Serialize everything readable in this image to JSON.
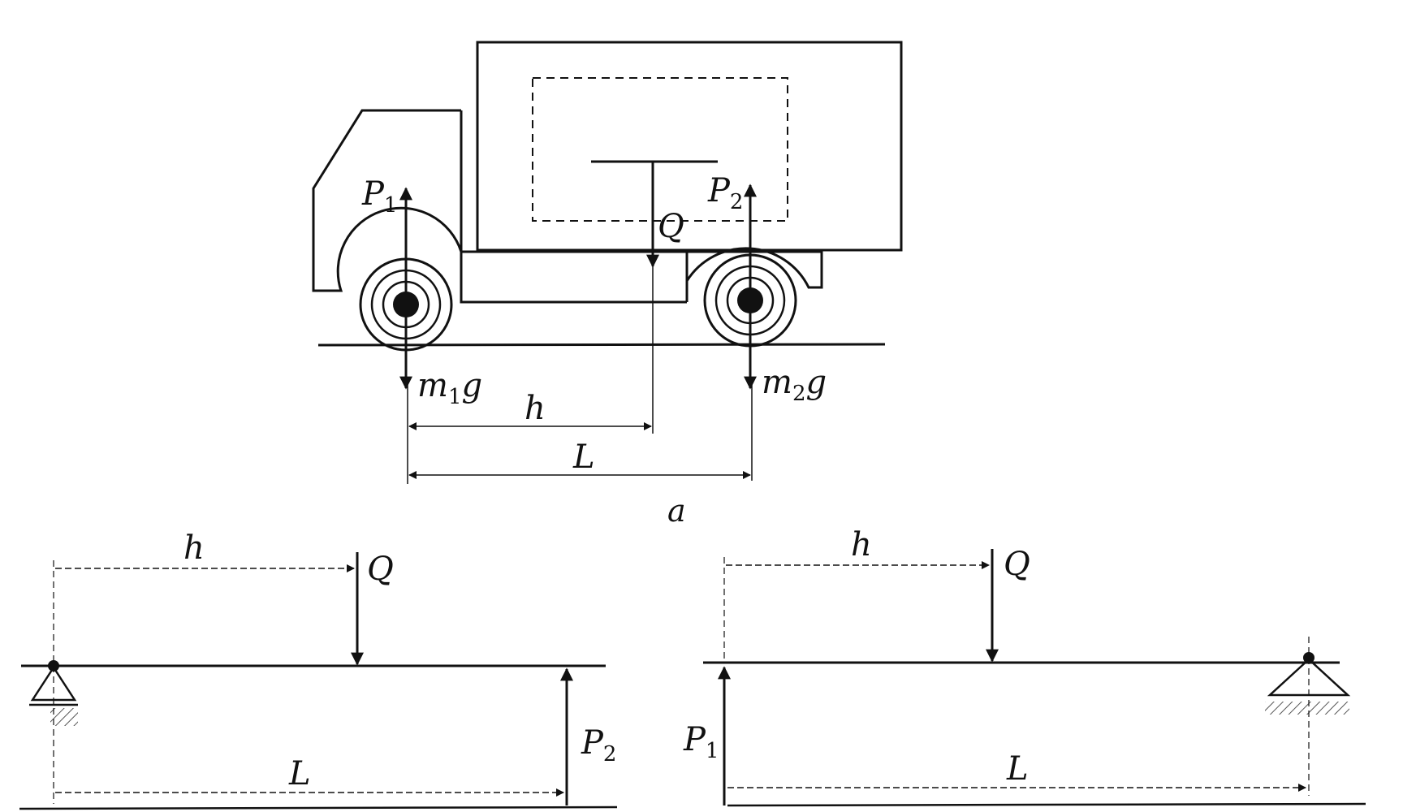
{
  "diagram": {
    "caption": "a",
    "truck": {
      "front_reaction": {
        "main": "P",
        "sub": "1"
      },
      "rear_reaction": {
        "main": "P",
        "sub": "2"
      },
      "load": "Q",
      "front_weight": {
        "main": "m",
        "sub": "1",
        "tail": "g"
      },
      "rear_weight": {
        "main": "m",
        "sub": "2",
        "tail": "g"
      },
      "dim_h": "h",
      "dim_L": "L"
    },
    "beam_left": {
      "dim_h": "h",
      "load": "Q",
      "reaction": {
        "main": "P",
        "sub": "2"
      },
      "dim_L": "L"
    },
    "beam_right": {
      "dim_h": "h",
      "load": "Q",
      "reaction": {
        "main": "P",
        "sub": "1"
      },
      "dim_L": "L"
    }
  }
}
